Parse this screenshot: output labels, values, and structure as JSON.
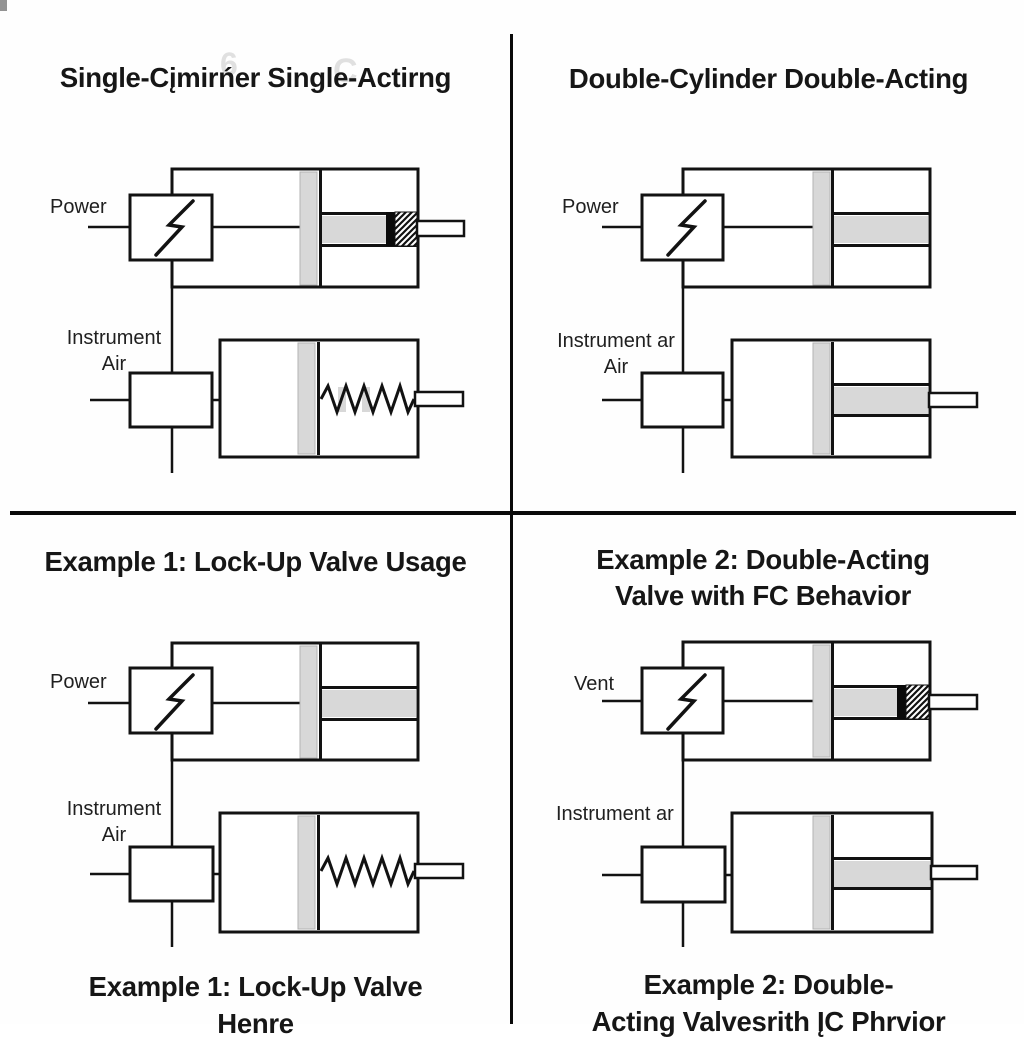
{
  "style": {
    "background": "#fefefe",
    "line_color": "#121212",
    "gray_fill": "#d8d8d8",
    "hatch_color": "#111111"
  },
  "icons": {
    "solenoid_symbol": "lightning-bolt-icon",
    "return_spring_symbol": "spring-icon",
    "piston_seal_symbol": "hatched-block-icon"
  },
  "quadrants": [
    {
      "id": "top-left",
      "title": "Single-Cįmirńer Single-Actirng",
      "upper_label": "Power",
      "lower_label_line1": "Instrument",
      "lower_label_line2": "Air"
    },
    {
      "id": "top-right",
      "title": "Double-Cylinder Double-Acting",
      "upper_label": "Power",
      "lower_label_line1": "Instrument ar",
      "lower_label_line2": "Air"
    },
    {
      "id": "bottom-left",
      "title": "Example 1: Lock-Up Valve Usage",
      "upper_label": "Power",
      "lower_label_line1": "Instrument",
      "lower_label_line2": "Air",
      "caption_line1": "Example 1: Lock-Up Valve",
      "caption_line2": "Henre"
    },
    {
      "id": "bottom-right",
      "title_line1": "Example 2: Double-Acting",
      "title_line2": "Valve with FC Behavior",
      "upper_label": "Vent",
      "lower_label_line1": "Instrument ar",
      "caption_line1": "Example 2: Double-",
      "caption_line2": "Acting Valvesrith ĮC Phrvior"
    }
  ],
  "artifacts": {
    "ghost_1": "6",
    "ghost_2": "C"
  }
}
